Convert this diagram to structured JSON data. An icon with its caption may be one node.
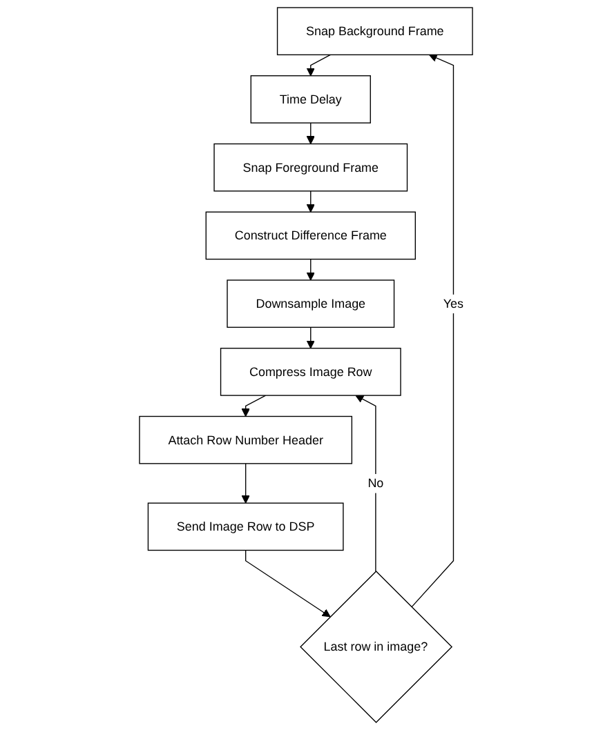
{
  "diagram": {
    "nodes": [
      {
        "text": [
          "Snap Background Frame"
        ]
      },
      {
        "text": [
          "Time Delay"
        ]
      },
      {
        "text": [
          "Snap Foreground Frame"
        ]
      },
      {
        "text": [
          "Construct Difference Frame"
        ]
      },
      {
        "text": [
          "Downsample Image"
        ]
      },
      {
        "text": [
          "Compress Image Row"
        ]
      },
      {
        "text": [
          "Attach Row Number Header"
        ]
      },
      {
        "text": [
          "Send Image Row to DSP"
        ]
      },
      {
        "text": [
          "Last row in image?"
        ]
      }
    ],
    "edges": [
      {
        "from": 0,
        "to": 1,
        "arrow": "to"
      },
      {
        "from": 1,
        "to": 2,
        "arrow": "to"
      },
      {
        "from": 2,
        "to": 3,
        "arrow": "to"
      },
      {
        "from": 3,
        "to": 4,
        "arrow": "to"
      },
      {
        "from": 4,
        "to": 5,
        "arrow": "to"
      },
      {
        "from": 5,
        "to": 6,
        "arrow": "to"
      },
      {
        "from": 6,
        "to": 7,
        "arrow": "to"
      },
      {
        "from": 7,
        "to": 8,
        "arrow": "to"
      },
      {
        "from": 8,
        "to": 5,
        "arrow": "to",
        "label": "No"
      },
      {
        "from": 8,
        "to": 0,
        "arrow": "to",
        "label": "Yes"
      }
    ]
  }
}
